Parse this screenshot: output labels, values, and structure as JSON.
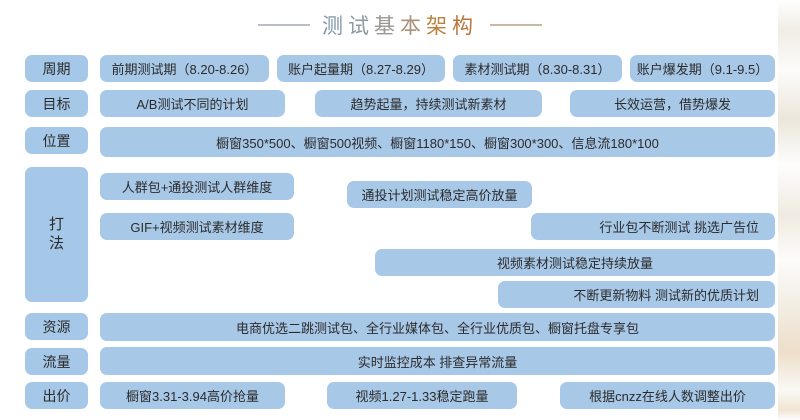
{
  "title": {
    "text": "测试基本架构",
    "chars": [
      "测",
      "试",
      "基",
      "本",
      "架",
      "构"
    ],
    "rule_left_color": "#b9bfc4",
    "rule_right_color": "#c9b9a4"
  },
  "theme": {
    "chip_blue": "#a8c8e8",
    "label_blue": "#a5c8e8",
    "text_color": "#2b2b2b",
    "page_background": "#ffffff"
  },
  "rows": [
    {
      "label": "周期",
      "items": [
        "前期测试期（8.20-8.26）",
        "账户起量期（8.27-8.29）",
        "素材测试期（8.30-8.31）",
        "账户爆发期（9.1-9.5）"
      ]
    },
    {
      "label": "目标",
      "items": [
        "A/B测试不同的计划",
        "趋势起量，持续测试新素材",
        "长效运营，借势爆发"
      ]
    },
    {
      "label": "位置",
      "items": [
        "橱窗350*500、橱窗500视频、橱窗1180*150、橱窗300*300、信息流180*100"
      ]
    },
    {
      "label": "打法",
      "label_chars": [
        "打",
        "法"
      ],
      "items": [
        "人群包+通投测试人群维度",
        "通投计划测试稳定高价放量",
        "GIF+视频测试素材维度",
        "行业包不断测试 挑选广告位",
        "视频素材测试稳定持续放量",
        "不断更新物料 测试新的优质计划"
      ]
    },
    {
      "label": "资源",
      "items": [
        "电商优选二跳测试包、全行业媒体包、全行业优质包、橱窗托盘专享包"
      ]
    },
    {
      "label": "流量",
      "items": [
        "实时监控成本 排查异常流量"
      ]
    },
    {
      "label": "出价",
      "items": [
        "橱窗3.31-3.94高价抢量",
        "视频1.27-1.33稳定跑量",
        "根据cnzz在线人数调整出价"
      ]
    }
  ]
}
